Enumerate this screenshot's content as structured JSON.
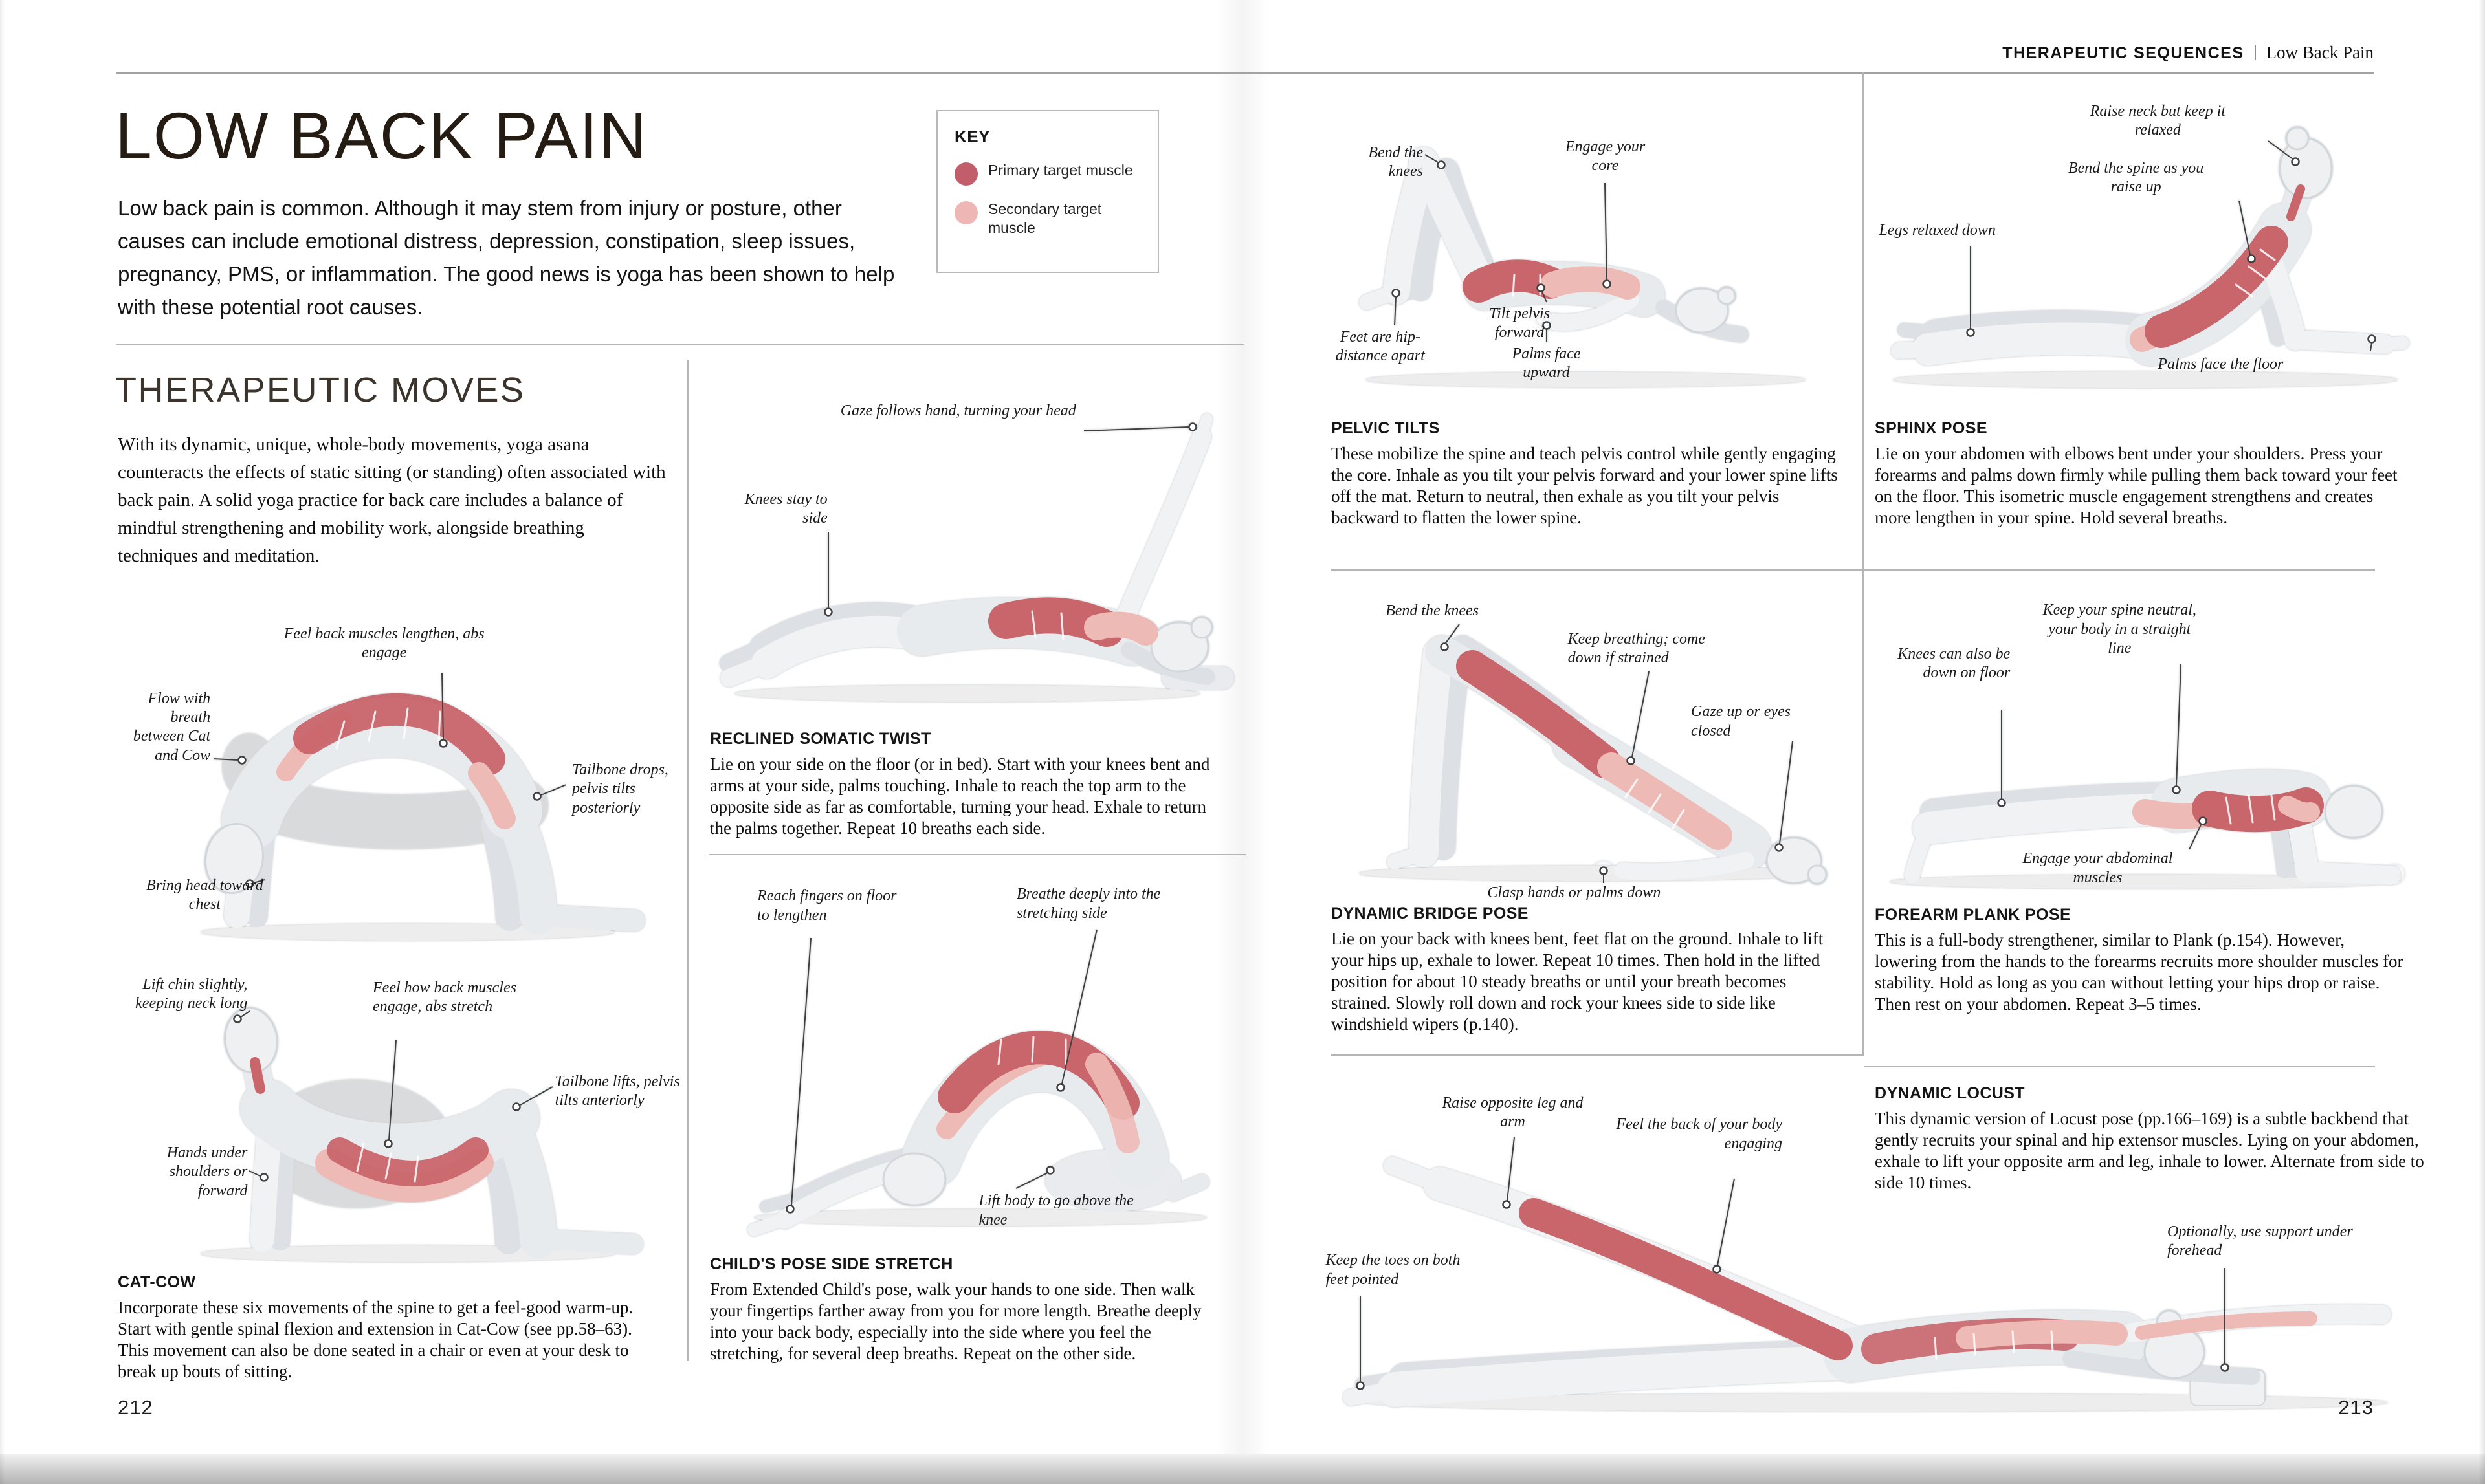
{
  "header": {
    "section": "THERAPEUTIC SEQUENCES",
    "topic": "Low Back Pain"
  },
  "left_page": {
    "title": "LOW BACK PAIN",
    "intro": "Low back pain is common. Although it may stem from injury or posture, other causes can include emotional distress, depression, constipation, sleep issues, pregnancy, PMS, or inflammation. The good news is yoga has been shown to help with these potential root causes.",
    "key": {
      "title": "KEY",
      "primary_label": "Primary target muscle",
      "secondary_label": "Secondary target muscle",
      "primary_color": "#c25e6b",
      "secondary_color": "#eeb6b5"
    },
    "therapeutic_moves": {
      "heading": "THERAPEUTIC MOVES",
      "body": "With its dynamic, unique, whole-body movements, yoga asana counteracts the effects of static sitting (or standing) often associated with back pain. A solid yoga practice for back care includes a balance of mindful strengthening and mobility work, alongside breathing techniques and meditation."
    },
    "page_number": "212"
  },
  "right_page": {
    "page_number": "213"
  },
  "poses": {
    "cat_cow": {
      "heading": "CAT-COW",
      "body": "Incorporate these six movements of the spine to get a feel-good warm-up. Start with gentle spinal flexion and extension in Cat-Cow (see pp.58–63). This movement can also be done seated in a chair or even at your desk to break up bouts of sitting."
    },
    "reclined_somatic_twist": {
      "heading": "RECLINED SOMATIC TWIST",
      "body": "Lie on your side on the floor (or in bed). Start with your knees bent and arms at your side, palms touching. Inhale to reach the top arm to the opposite side as far as comfortable, turning your head. Exhale to return the palms together. Repeat 10 breaths each side."
    },
    "childs_pose_side_stretch": {
      "heading": "CHILD'S POSE SIDE STRETCH",
      "body": "From Extended Child's pose, walk your hands to one side. Then walk your fingertips farther away from you for more length. Breathe deeply into your back body, especially into the side where you feel the stretching, for several deep breaths. Repeat on the other side."
    },
    "pelvic_tilts": {
      "heading": "PELVIC TILTS",
      "body": "These mobilize the spine and teach pelvis control while gently engaging the core. Inhale as you tilt your pelvis forward and your lower spine lifts off the mat. Return to neutral, then exhale as you tilt your pelvis backward to flatten the lower spine."
    },
    "sphinx_pose": {
      "heading": "SPHINX POSE",
      "body": "Lie on your abdomen with elbows bent under your shoulders. Press your forearms and palms down firmly while pulling them back toward your feet on the floor. This isometric muscle engagement strengthens and creates more lengthen in your spine. Hold several breaths."
    },
    "dynamic_bridge_pose": {
      "heading": "DYNAMIC BRIDGE POSE",
      "body": "Lie on your back with knees bent, feet flat on the ground. Inhale to lift your hips up, exhale to lower. Repeat 10 times. Then hold in the lifted position for about 10 steady breaths or until your breath becomes strained. Slowly roll down and rock your knees side to side like windshield wipers (p.140)."
    },
    "forearm_plank_pose": {
      "heading": "FOREARM PLANK POSE",
      "body": "This is a full-body strengthener, similar to Plank (p.154). However, lowering from the hands to the forearms recruits more shoulder muscles for stability. Hold as long as you can without letting your hips drop or raise. Then rest on your abdomen. Repeat 3–5 times."
    },
    "dynamic_locust": {
      "heading": "DYNAMIC LOCUST",
      "body": "This dynamic version of Locust pose (pp.166–169) is a subtle backbend that gently recruits your spinal and hip extensor muscles. Lying on your abdomen, exhale to lift your opposite arm and leg, inhale to lower. Alternate from side to side 10 times."
    }
  },
  "annotations": {
    "cat": {
      "feel_back": "Feel back muscles lengthen, abs engage",
      "flow_breath": "Flow with breath between Cat and Cow",
      "tailbone": "Tailbone drops, pelvis tilts posteriorly",
      "bring_head": "Bring head toward chest"
    },
    "cow": {
      "lift_chin": "Lift chin slightly, keeping neck long",
      "feel_how": "Feel how back muscles engage, abs stretch",
      "tailbone": "Tailbone lifts, pelvis tilts anteriorly",
      "hands_under": "Hands under shoulders or forward"
    },
    "twist": {
      "gaze": "Gaze follows hand, turning your head",
      "knees": "Knees stay to side"
    },
    "child": {
      "reach": "Reach fingers on floor to lengthen",
      "breathe": "Breathe deeply into the stretching side",
      "lift_body": "Lift body to go above the knee"
    },
    "pelvic": {
      "bend_knees": "Bend the knees",
      "engage_core": "Engage your core",
      "feet_hip": "Feet are hip-distance apart",
      "tilt_pelvis": "Tilt pelvis forward",
      "palms_up": "Palms face upward"
    },
    "sphinx": {
      "raise_neck": "Raise neck but keep it relaxed",
      "bend_spine": "Bend the spine as you raise up",
      "legs_relaxed": "Legs relaxed down",
      "palms_floor": "Palms face the floor"
    },
    "bridge": {
      "bend_knees": "Bend the knees",
      "keep_breathing": "Keep breathing; come down if strained",
      "gaze_up": "Gaze up or eyes closed",
      "clasp": "Clasp hands or palms down"
    },
    "plank": {
      "keep_spine": "Keep your spine neutral, your body in a straight line",
      "knees_down": "Knees can also be down on floor",
      "engage_abs": "Engage your abdominal muscles"
    },
    "locust": {
      "raise_opposite": "Raise opposite leg and arm",
      "feel_back_body": "Feel the back of your body engaging",
      "keep_toes": "Keep the toes on both feet pointed",
      "optionally": "Optionally, use support under forehead"
    }
  },
  "colors": {
    "primary_muscle": "#c9666c",
    "secondary_muscle": "#eebab6",
    "title_ink": "#241b12"
  }
}
